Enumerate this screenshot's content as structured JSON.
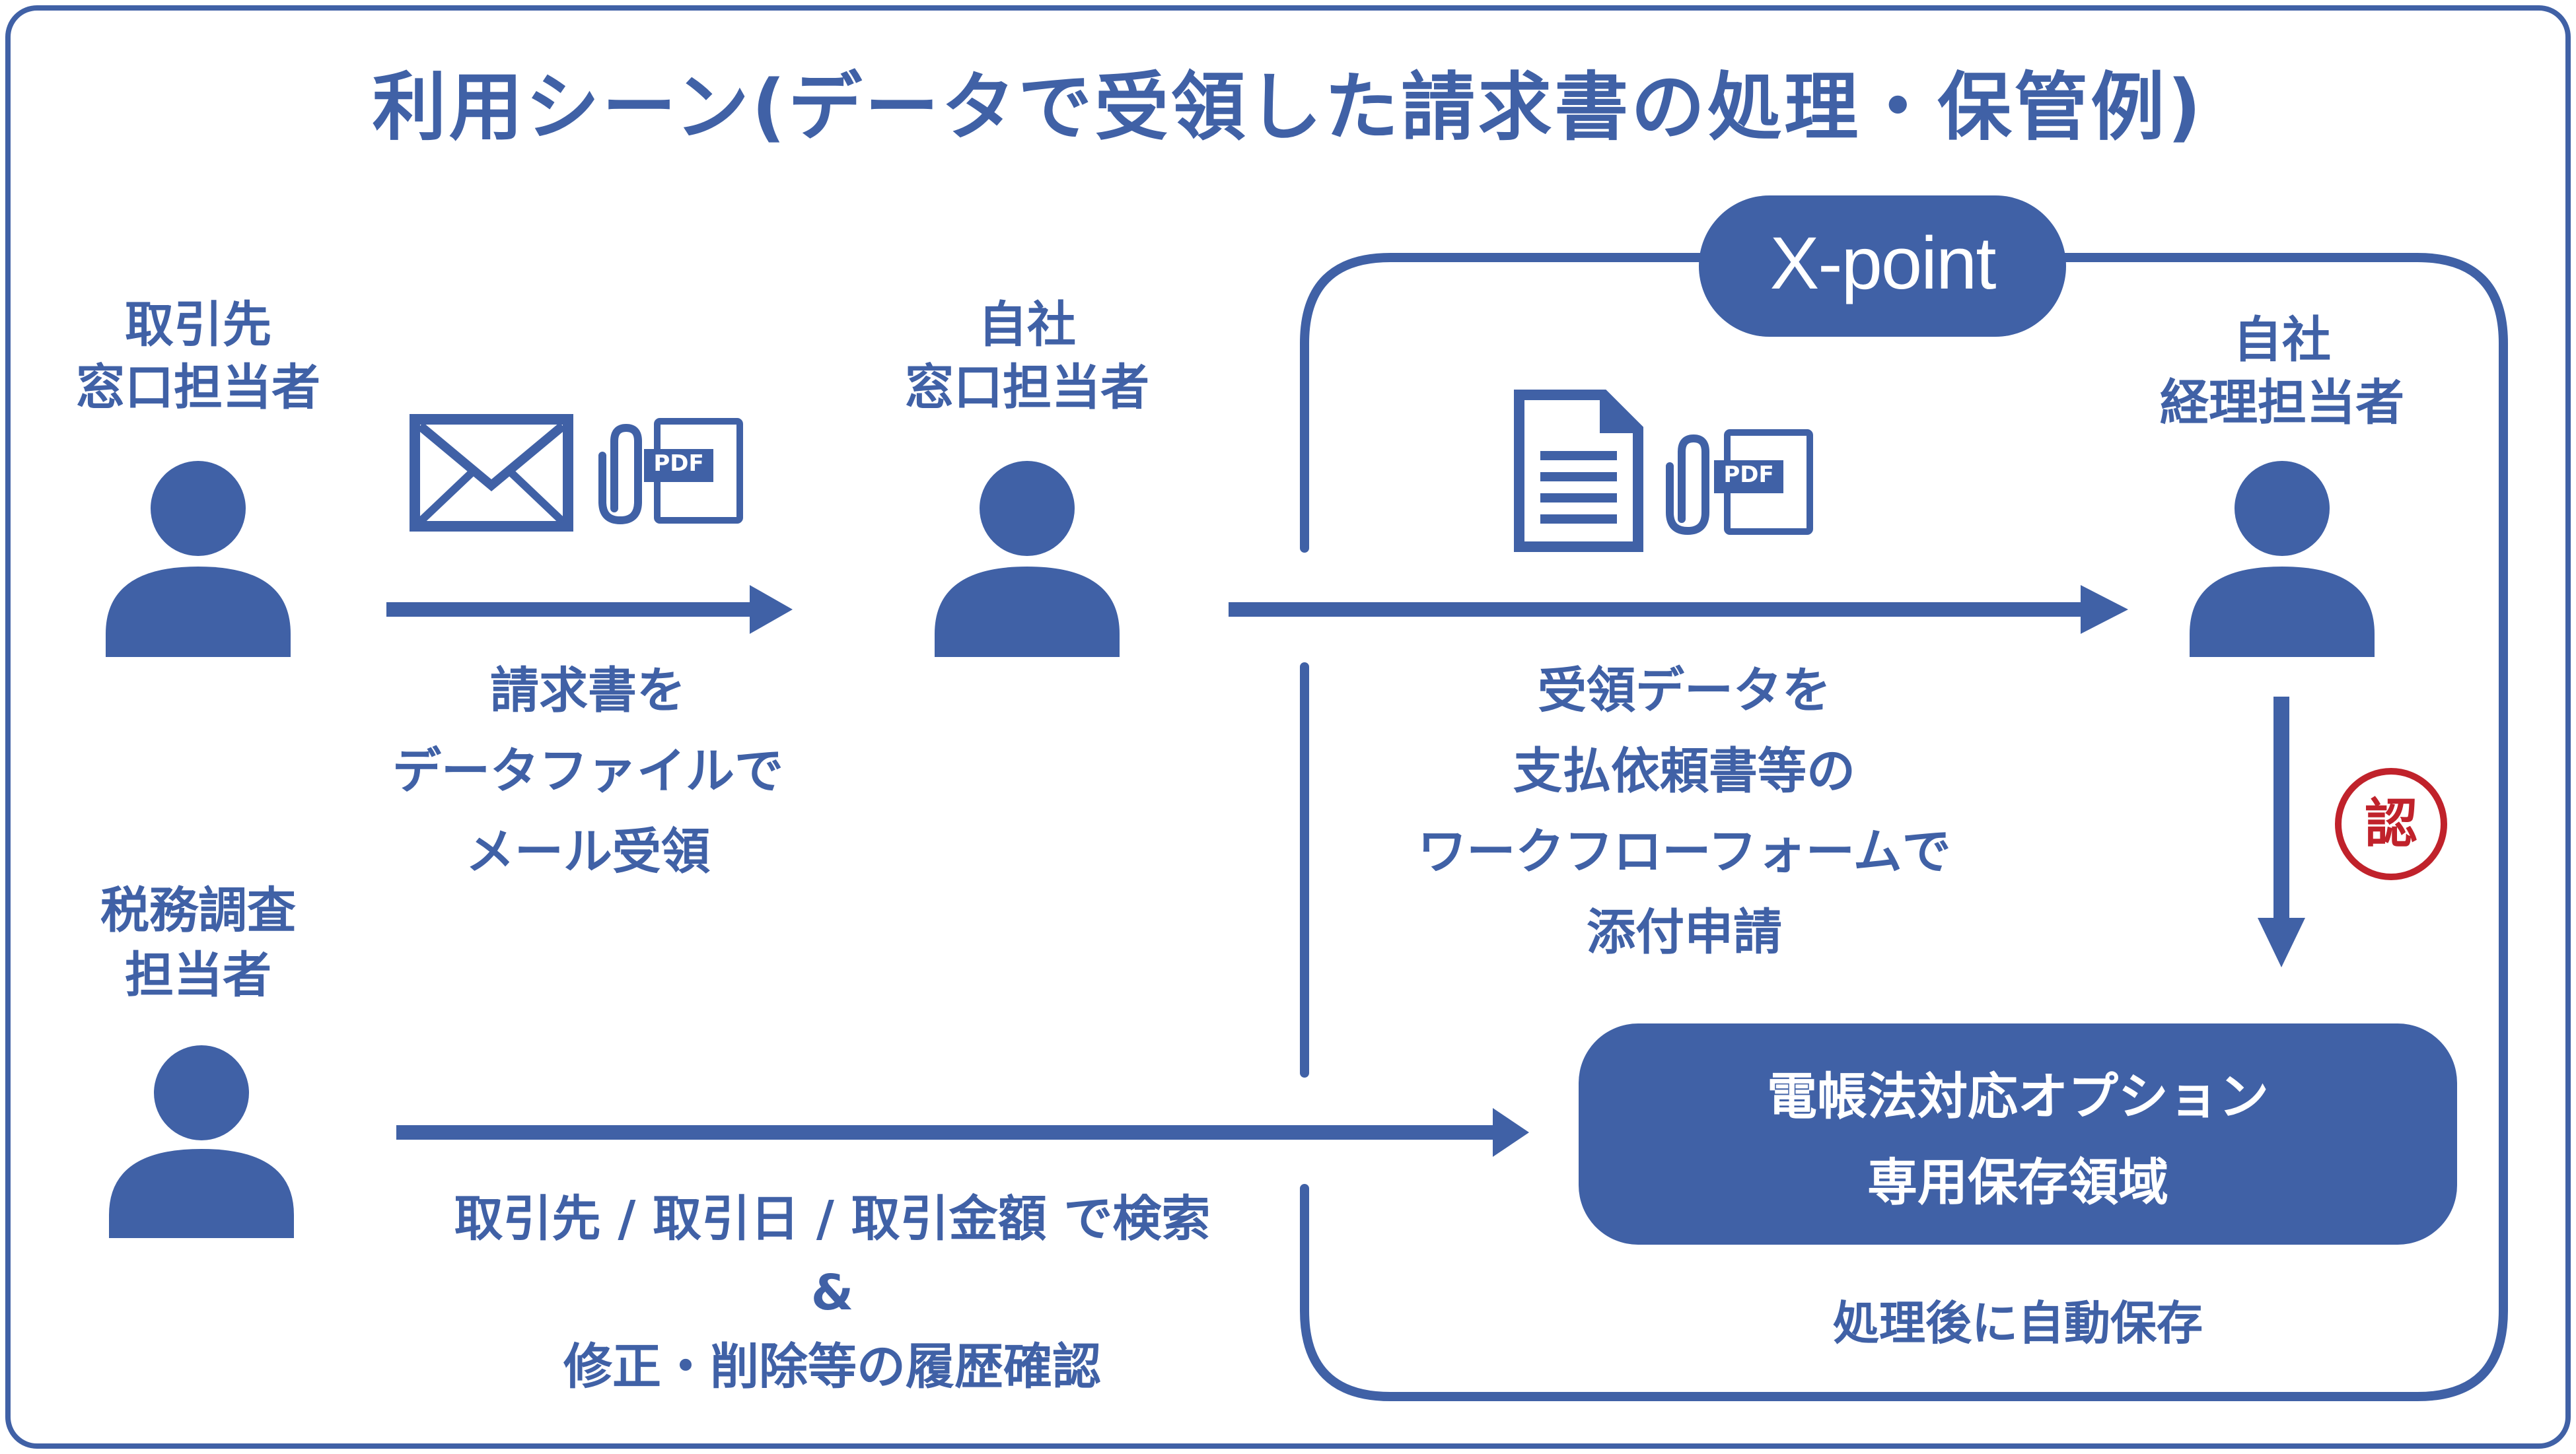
{
  "title": "利用シーン(データで受領した請求書の処理・保管例)",
  "logo_text": "X-point",
  "actors": {
    "vendor_line1": "取引先",
    "vendor_line2": "窓口担当者",
    "own_contact_line1": "自社",
    "own_contact_line2": "窓口担当者",
    "accounting_line1": "自社",
    "accounting_line2": "経理担当者",
    "tax_line1": "税務調査",
    "tax_line2": "担当者"
  },
  "attachments": {
    "pdf_label": "PDF"
  },
  "step1": {
    "line1": "請求書を",
    "line2": "データファイルで",
    "line3": "メール受領"
  },
  "step2": {
    "line1": "受領データを",
    "line2": "支払依頼書等の",
    "line3": "ワークフローフォームで",
    "line4": "添付申請"
  },
  "approval_stamp": "認",
  "storage": {
    "line1": "電帳法対応オプション",
    "line2": "専用保存領域",
    "caption": "処理後に自動保存"
  },
  "search": {
    "line1": "取引先 / 取引日 / 取引金額 で検索",
    "line2": "&",
    "line3": "修正・削除等の履歴確認"
  },
  "colors": {
    "primary": "#4061a6",
    "stamp": "#c0222b",
    "background": "#ffffff"
  }
}
